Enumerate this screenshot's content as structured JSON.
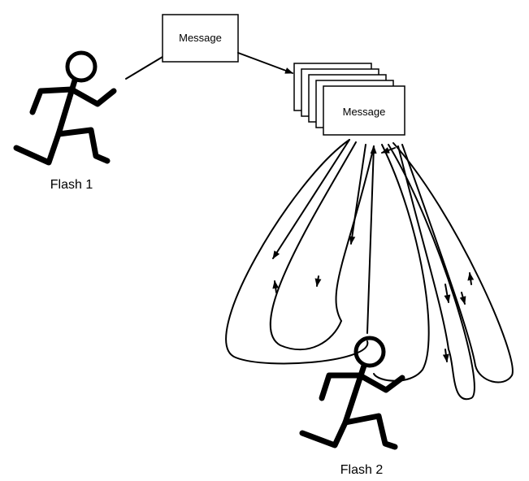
{
  "diagram": {
    "message_top": "Message",
    "message_stack": "Message",
    "actor_1": "Flash 1",
    "actor_2": "Flash 2"
  },
  "colors": {
    "ink": "#000000",
    "background": "#ffffff"
  }
}
